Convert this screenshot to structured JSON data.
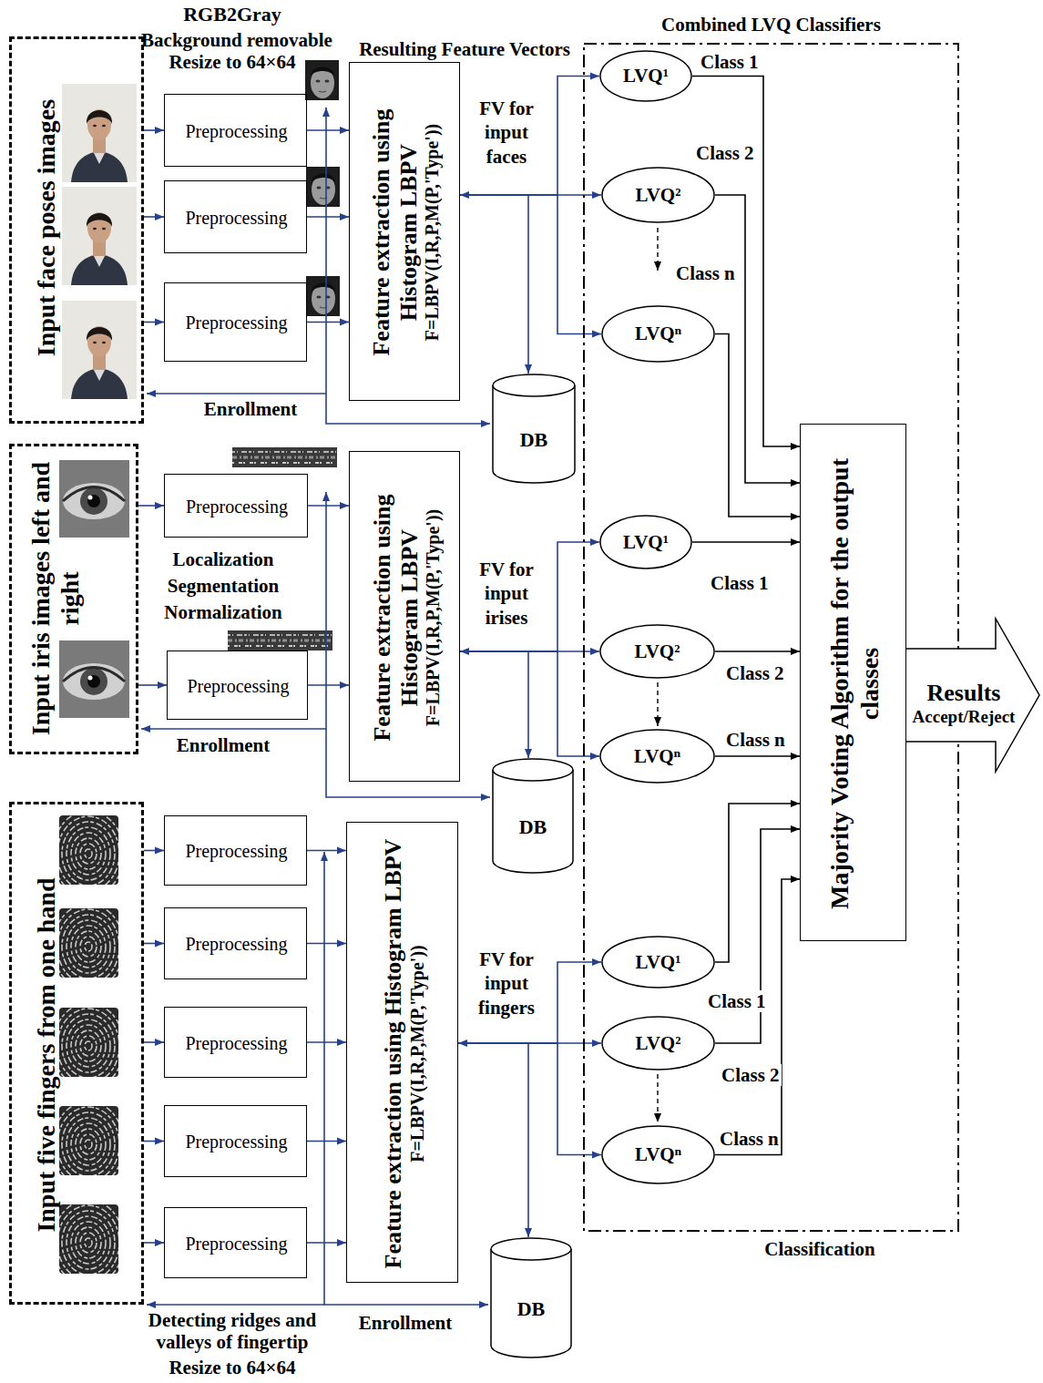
{
  "diagram": {
    "nodes": [
      {
        "text": [
          "Input face poses images"
        ]
      },
      {
        "text": [
          "Preprocessing"
        ]
      },
      {
        "text": [
          "Preprocessing"
        ]
      },
      {
        "text": [
          "Preprocessing"
        ]
      },
      {
        "text": [
          "Feature extraction using Histogram LBPV",
          "F=LBPV(I,R,P,M(P,'Type'))"
        ]
      },
      {
        "text": [
          "DB"
        ]
      },
      {
        "text": [
          "Input iris images left and right"
        ]
      },
      {
        "text": [
          "Preprocessing"
        ]
      },
      {
        "text": [
          "Preprocessing"
        ]
      },
      {
        "text": [
          "Feature extraction using Histogram LBPV",
          "F=LBPV(I,R,P,M(P,'Type'))"
        ]
      },
      {
        "text": [
          "DB"
        ]
      },
      {
        "text": [
          "Input five fingers from one hand"
        ]
      },
      {
        "text": [
          "Preprocessing"
        ]
      },
      {
        "text": [
          "Preprocessing"
        ]
      },
      {
        "text": [
          "Preprocessing"
        ]
      },
      {
        "text": [
          "Preprocessing"
        ]
      },
      {
        "text": [
          "Preprocessing"
        ]
      },
      {
        "text": [
          "Feature extraction using Histogram LBPV",
          "F=LBPV(I,R,P,M(P,'Type'))"
        ]
      },
      {
        "text": [
          "DB"
        ]
      },
      {
        "text": [
          "Combined LVQ Classifiers",
          "Classification"
        ]
      },
      {
        "text": [
          "LVQ¹"
        ],
        "in": 19
      },
      {
        "text": [
          "LVQ²"
        ],
        "in": 19
      },
      {
        "text": [
          "LVQⁿ"
        ],
        "in": 19
      },
      {
        "text": [
          "LVQ¹"
        ],
        "in": 19
      },
      {
        "text": [
          "LVQ²"
        ],
        "in": 19
      },
      {
        "text": [
          "LVQⁿ"
        ],
        "in": 19
      },
      {
        "text": [
          "LVQ¹"
        ],
        "in": 19
      },
      {
        "text": [
          "LVQ²"
        ],
        "in": 19
      },
      {
        "text": [
          "LVQⁿ"
        ],
        "in": 19
      },
      {
        "text": [
          "Majority Voting Algorithm for the output classes"
        ],
        "in": 19
      },
      {
        "text": [
          "Results",
          "Accept/Reject"
        ]
      }
    ],
    "edges": [
      {
        "from": 0,
        "to": 1,
        "arrow": "to"
      },
      {
        "from": 0,
        "to": 2,
        "arrow": "to"
      },
      {
        "from": 0,
        "to": 3,
        "arrow": "to"
      },
      {
        "from": 1,
        "to": 4,
        "arrow": "to"
      },
      {
        "from": 2,
        "to": 4,
        "arrow": "to"
      },
      {
        "from": 3,
        "to": 4,
        "arrow": "to"
      },
      {
        "from": 4,
        "to": 20,
        "arrow": "to"
      },
      {
        "from": 4,
        "to": 21,
        "arrow": "to"
      },
      {
        "from": 4,
        "to": 22,
        "arrow": "to"
      },
      {
        "from": 4,
        "to": 5,
        "arrow": "both"
      },
      {
        "from": 6,
        "to": 7,
        "arrow": "to"
      },
      {
        "from": 6,
        "to": 8,
        "arrow": "to"
      },
      {
        "from": 7,
        "to": 9,
        "arrow": "to"
      },
      {
        "from": 8,
        "to": 9,
        "arrow": "to"
      },
      {
        "from": 9,
        "to": 23,
        "arrow": "to"
      },
      {
        "from": 9,
        "to": 24,
        "arrow": "to"
      },
      {
        "from": 9,
        "to": 25,
        "arrow": "to"
      },
      {
        "from": 9,
        "to": 10,
        "arrow": "both"
      },
      {
        "from": 11,
        "to": 12,
        "arrow": "to"
      },
      {
        "from": 11,
        "to": 13,
        "arrow": "to"
      },
      {
        "from": 11,
        "to": 14,
        "arrow": "to"
      },
      {
        "from": 11,
        "to": 15,
        "arrow": "to"
      },
      {
        "from": 11,
        "to": 16,
        "arrow": "to"
      },
      {
        "from": 12,
        "to": 17,
        "arrow": "to"
      },
      {
        "from": 13,
        "to": 17,
        "arrow": "to"
      },
      {
        "from": 14,
        "to": 17,
        "arrow": "to"
      },
      {
        "from": 15,
        "to": 17,
        "arrow": "to"
      },
      {
        "from": 16,
        "to": 17,
        "arrow": "to"
      },
      {
        "from": 17,
        "to": 26,
        "arrow": "to"
      },
      {
        "from": 17,
        "to": 27,
        "arrow": "to"
      },
      {
        "from": 17,
        "to": 28,
        "arrow": "to"
      },
      {
        "from": 17,
        "to": 18,
        "arrow": "both"
      },
      {
        "from": 20,
        "to": 29,
        "label": "Class 1",
        "arrow": "to"
      },
      {
        "from": 21,
        "to": 29,
        "label": "Class 2",
        "arrow": "to"
      },
      {
        "from": 22,
        "to": 29,
        "label": "Class n",
        "arrow": "to"
      },
      {
        "from": 23,
        "to": 29,
        "label": "Class 1",
        "arrow": "to"
      },
      {
        "from": 24,
        "to": 29,
        "label": "Class 2",
        "arrow": "to"
      },
      {
        "from": 25,
        "to": 29,
        "label": "Class n",
        "arrow": "to"
      },
      {
        "from": 26,
        "to": 29,
        "label": "Class 1",
        "arrow": "to"
      },
      {
        "from": 27,
        "to": 29,
        "label": "Class 2",
        "arrow": "to"
      },
      {
        "from": 28,
        "to": 29,
        "label": "Class n",
        "arrow": "to"
      }
    ],
    "labels": [
      "RGB2Gray",
      "Background removable",
      "Resize to 64×64",
      "Resulting Feature Vectors",
      "FV for input faces",
      "Enrollment",
      "Localization",
      "Segmentation",
      "Normalization",
      "FV for input irises",
      "Enrollment",
      "FV for input fingers",
      "Detecting ridges and valleys of fingertip",
      "Resize to 64×64",
      "Enrollment"
    ]
  }
}
